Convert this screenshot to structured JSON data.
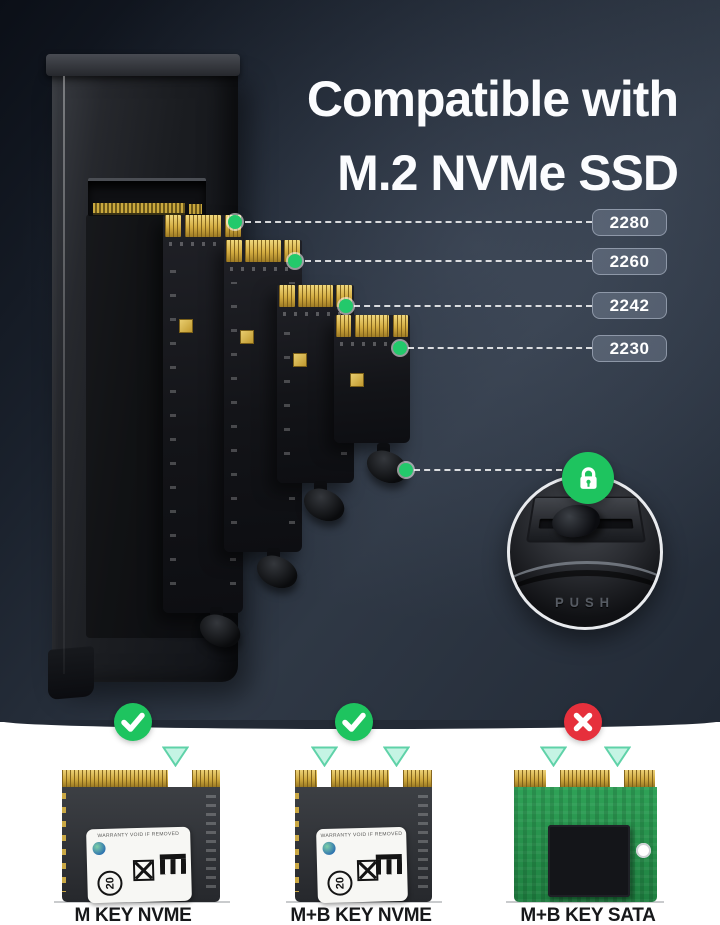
{
  "title": {
    "line1": "Compatible with",
    "line2": "M.2 NVMe SSD"
  },
  "callouts": [
    {
      "label": "2280"
    },
    {
      "label": "2260"
    },
    {
      "label": "2242"
    },
    {
      "label": "2230"
    }
  ],
  "lock_inset": {
    "push_label": "PUSH"
  },
  "compat_items": [
    {
      "label": "M KEY NVME",
      "status": "compatible"
    },
    {
      "label": "M+B KEY NVME",
      "status": "compatible"
    },
    {
      "label": "M+B KEY SATA",
      "status": "incompatible"
    }
  ],
  "ssd_sticker": {
    "fine_print": "WARRANTY VOID IF REMOVED",
    "badge_20": "20"
  },
  "colors": {
    "background_dark": "#222a36",
    "accent_green": "#1ec45f",
    "dot_green": "#23c96b",
    "error_red": "#e6303c",
    "gold": "#d3ac41",
    "title_text": "#fbfcfe"
  }
}
